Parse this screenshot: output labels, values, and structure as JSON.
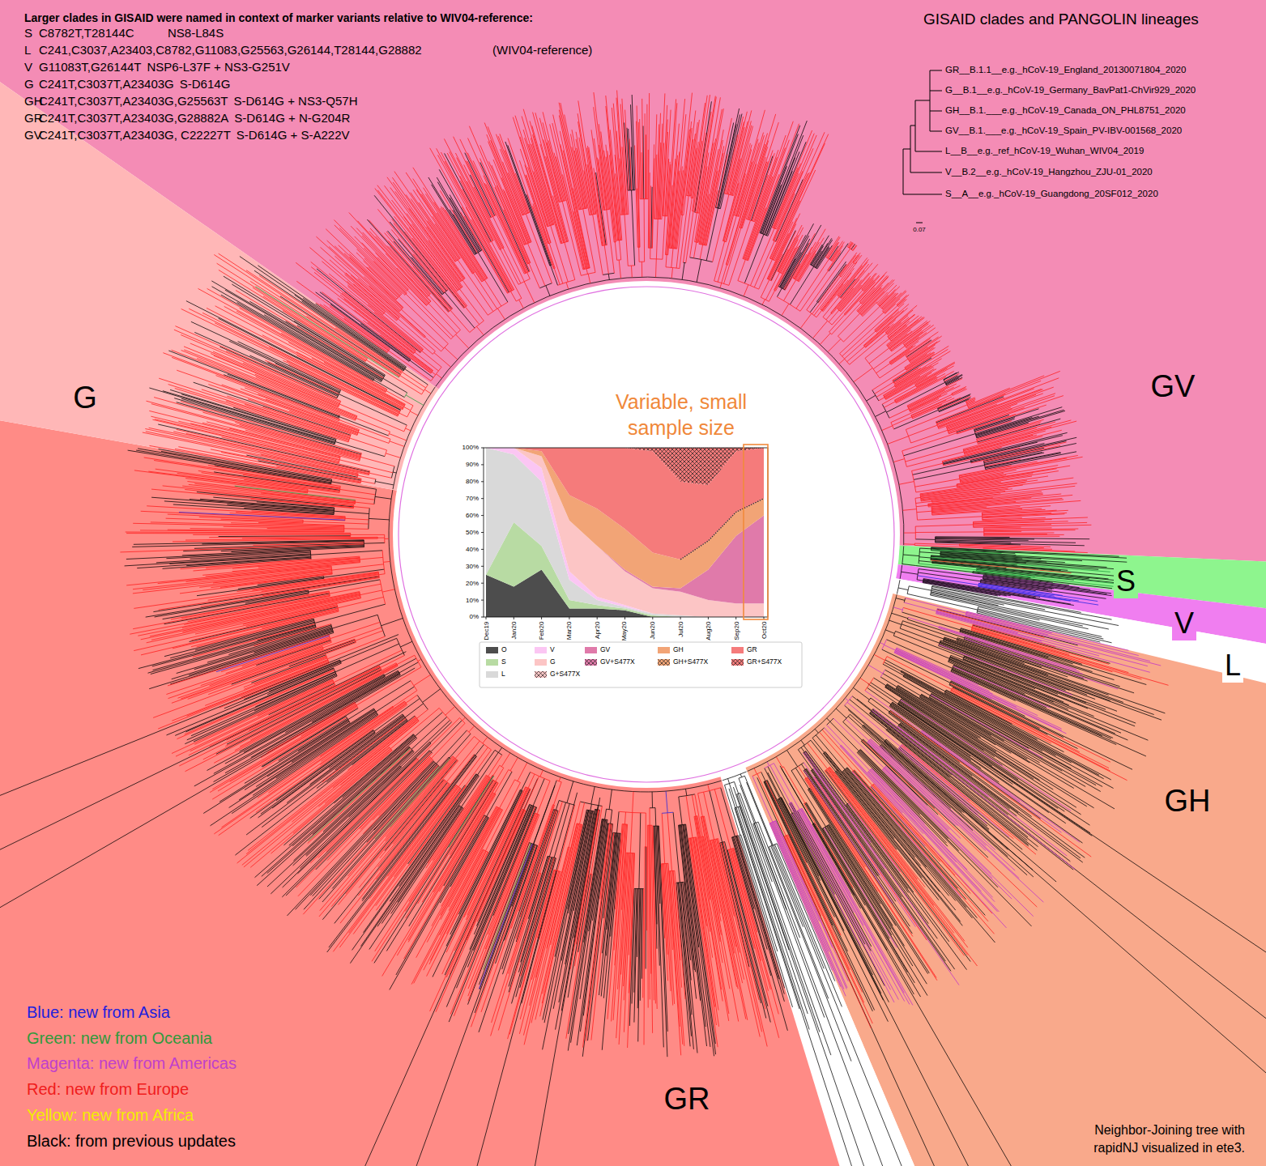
{
  "diagram": {
    "title": "Larger clades in GISAID were named in context of marker variants relative to WIV04-reference:",
    "labels": [
      "S",
      "C8782T,T28144C",
      "NS8-L84S",
      "L",
      "C241,C3037,A23403,C8782,G11083,G25563,G26144,T28144,G28882",
      "(WIV04-reference)",
      "V",
      "G11083T,G26144T",
      "NSP6-L37F + NS3-G251V",
      "G",
      "C241T,C3037T,A23403G",
      "S-D614G",
      "GH",
      "C241T,C3037T,A23403G,G25563T",
      "S-D614G + NS3-Q57H",
      "GR",
      "C241T,C3037T,A23403G,G28882A",
      "S-D614G + N-G204R",
      "GV",
      "C241T,C3037T,A23403G, C22227T",
      "S-D614G + S-A222V",
      "GISAID clades and PANGOLIN lineages",
      "GR__B.1.1__e.g._hCoV-19_England_20130071804_2020",
      "G__B.1__e.g._hCoV-19_Germany_BavPat1-ChVir929_2020",
      "GH__B.1.___e.g._hCoV-19_Canada_ON_PHL8751_2020",
      "GV__B.1.___e.g._hCoV-19_Spain_PV-IBV-001568_2020",
      "L__B__e.g._ref_hCoV-19_Wuhan_WIV04_2019",
      "V__B.2__e.g._hCoV-19_Hangzhou_ZJU-01_2020",
      "S__A__e.g._hCoV-19_Guangdong_20SF012_2020",
      "0.07",
      "G",
      "GV",
      "S",
      "V",
      "L",
      "GH",
      "GR",
      "Variable, small sample size",
      "100%",
      "90%",
      "80%",
      "70%",
      "60%",
      "50%",
      "40%",
      "30%",
      "20%",
      "10%",
      "0%",
      "Dec19",
      "Jan20",
      "Feb20",
      "Mar20",
      "Apr20",
      "May20",
      "Jun20",
      "Jul20",
      "Aug20",
      "Sep20",
      "Oct20",
      "Neighbor-Joining tree with rapidNJ visualized in ete3."
    ],
    "legend": [
      {
        "text": "O",
        "color": "#4d4d4d"
      },
      {
        "text": "S",
        "color": "#b8dba3"
      },
      {
        "text": "L",
        "color": "#d9d9d9"
      },
      {
        "text": "V",
        "color": "#fbc6f3"
      },
      {
        "text": "G",
        "color": "#fcc5c5"
      },
      {
        "text": "G+S477X"
      },
      {
        "text": "GV",
        "color": "#e07aaa"
      },
      {
        "text": "GV+S477X"
      },
      {
        "text": "GH",
        "color": "#f2a476"
      },
      {
        "text": "GH+S477X"
      },
      {
        "text": "GR",
        "color": "#f57b7b"
      },
      {
        "text": "GR+S477X"
      },
      {
        "text": "Blue: new from Asia",
        "color": "#2020dd"
      },
      {
        "text": "Green: new from Oceania",
        "color": "#2f9a3c"
      },
      {
        "text": "Magenta: new from Americas",
        "color": "#c040cc"
      },
      {
        "text": "Red: new from Europe",
        "color": "#f01c1c"
      },
      {
        "text": "Yellow: new from Africa",
        "color": "#f2ee00"
      },
      {
        "text": "Black: from previous updates",
        "color": "#000000"
      }
    ]
  }
}
